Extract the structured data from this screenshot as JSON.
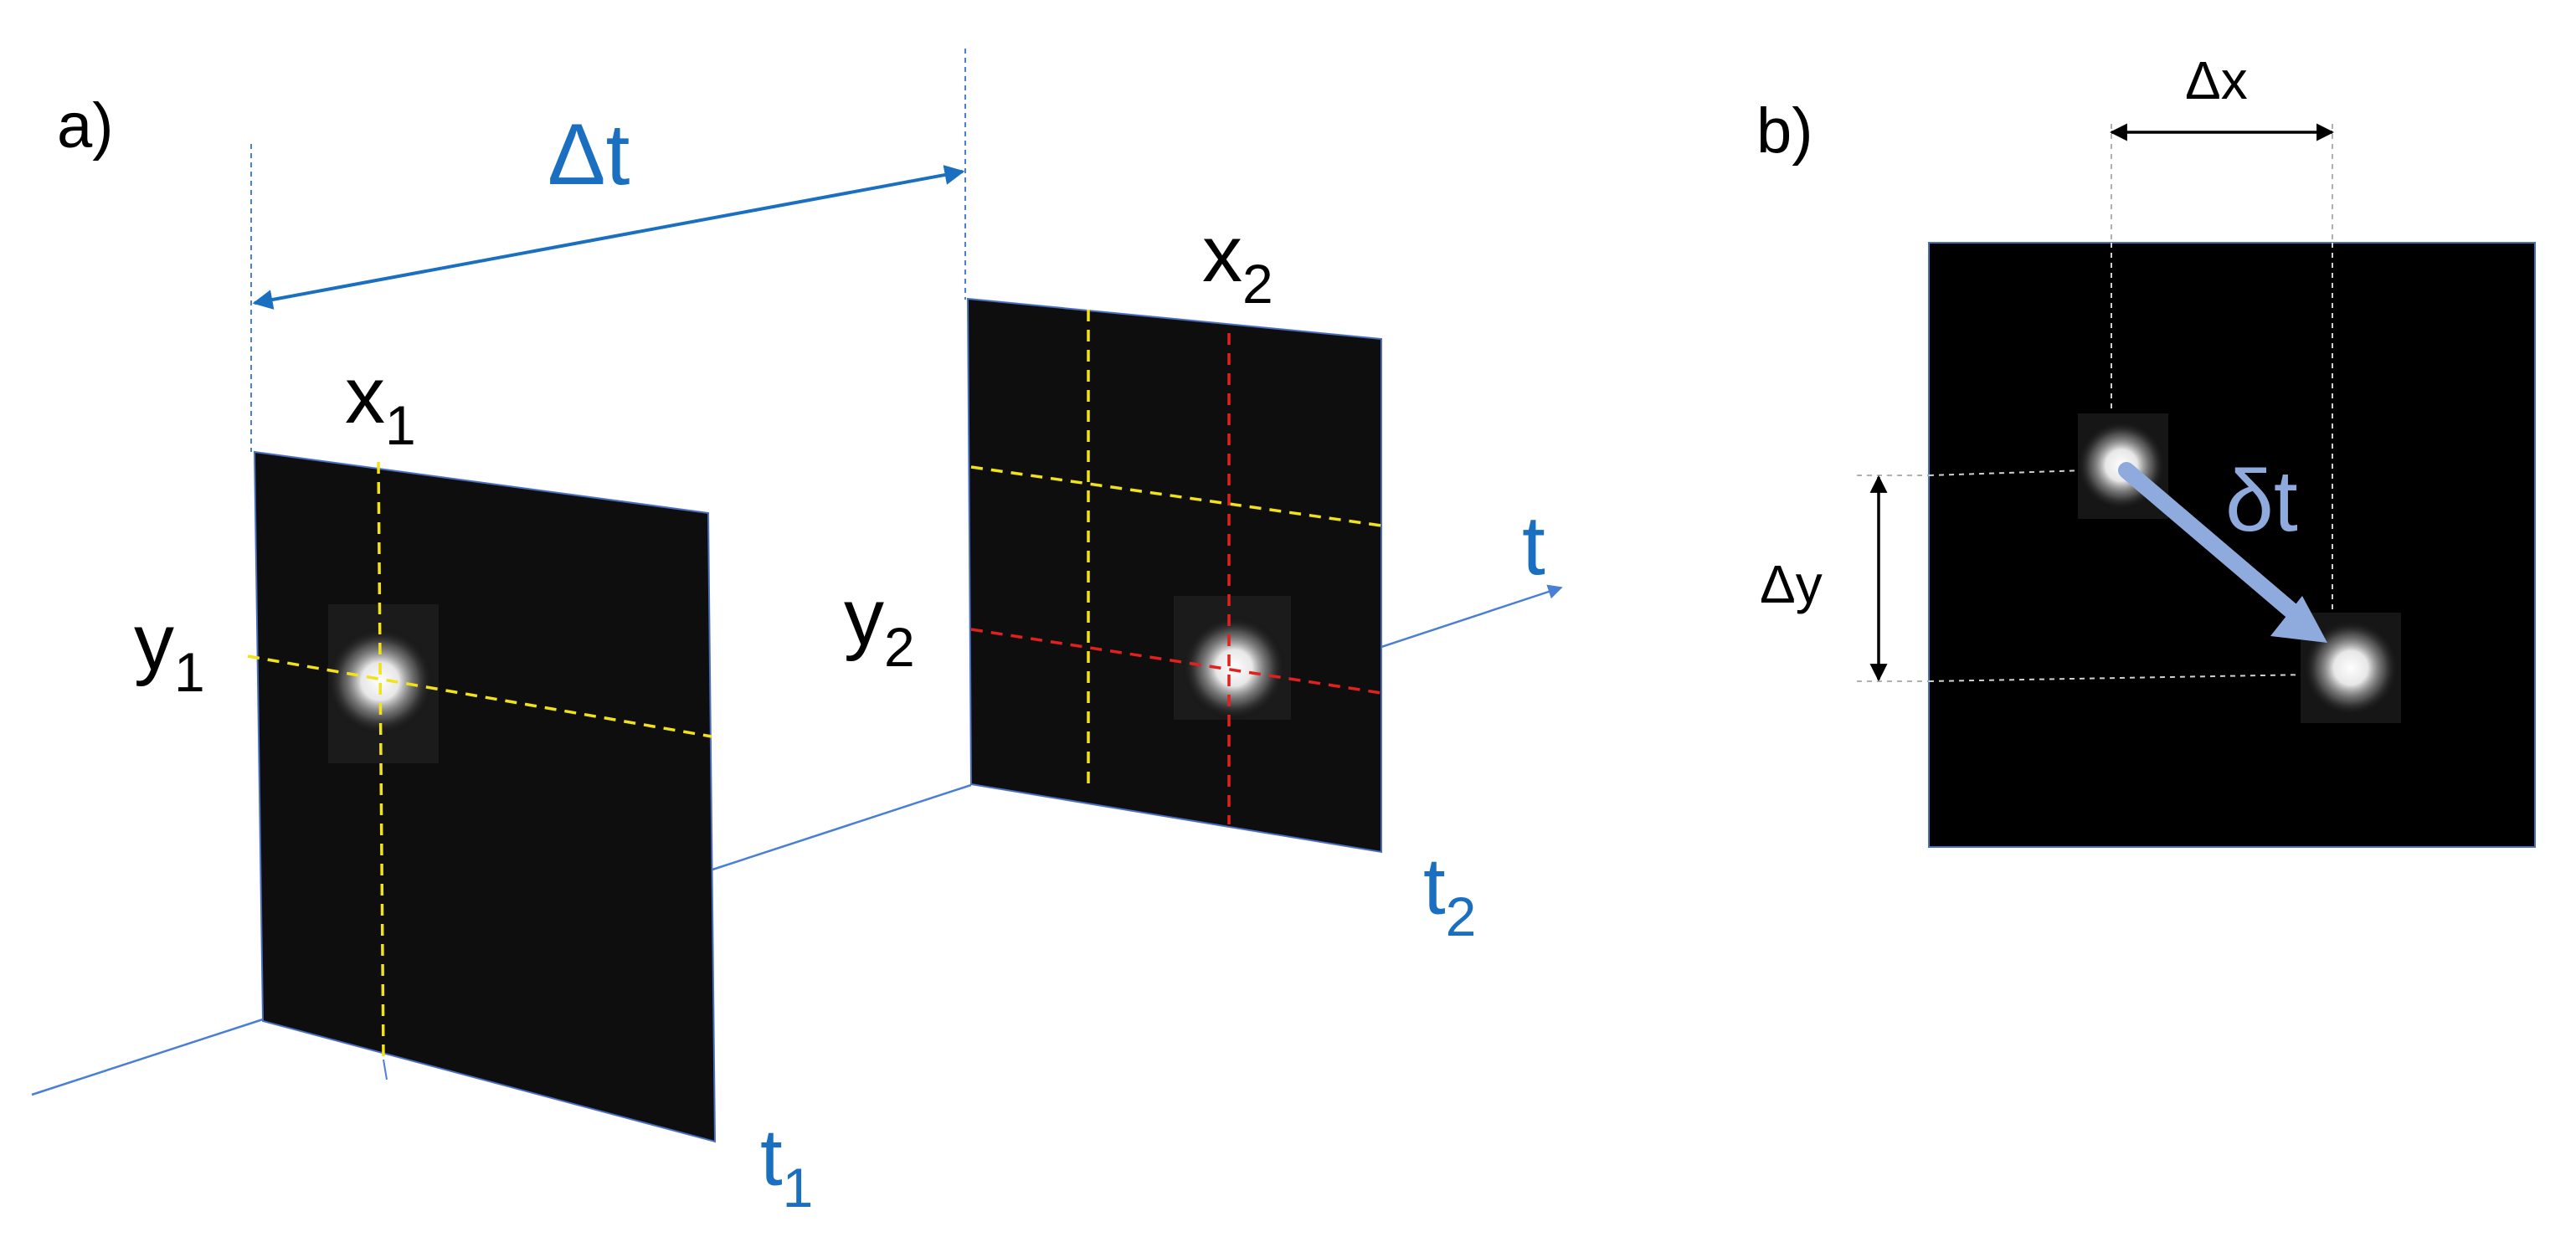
{
  "panel_a": {
    "label": "a)",
    "delta_t": "Δt",
    "axis_label": "t",
    "frame1": {
      "x_main": "x",
      "x_sub": "1",
      "y_main": "y",
      "y_sub": "1",
      "t_main": "t",
      "t_sub": "1"
    },
    "frame2": {
      "x_main": "x",
      "x_sub": "2",
      "y_main": "y",
      "y_sub": "2",
      "t_main": "t",
      "t_sub": "2"
    }
  },
  "panel_b": {
    "label": "b)",
    "delta_x": "Δx",
    "delta_y": "Δy",
    "delta_t_small": "δt"
  },
  "colors": {
    "blue_text": "#1a6fc0",
    "axis_line": "#4a7fd6",
    "frame_fill": "#0e0e0e",
    "yellow_dash": "#f2e21a",
    "red_dash": "#e0211e",
    "motion_arrow": "#8faadc"
  }
}
